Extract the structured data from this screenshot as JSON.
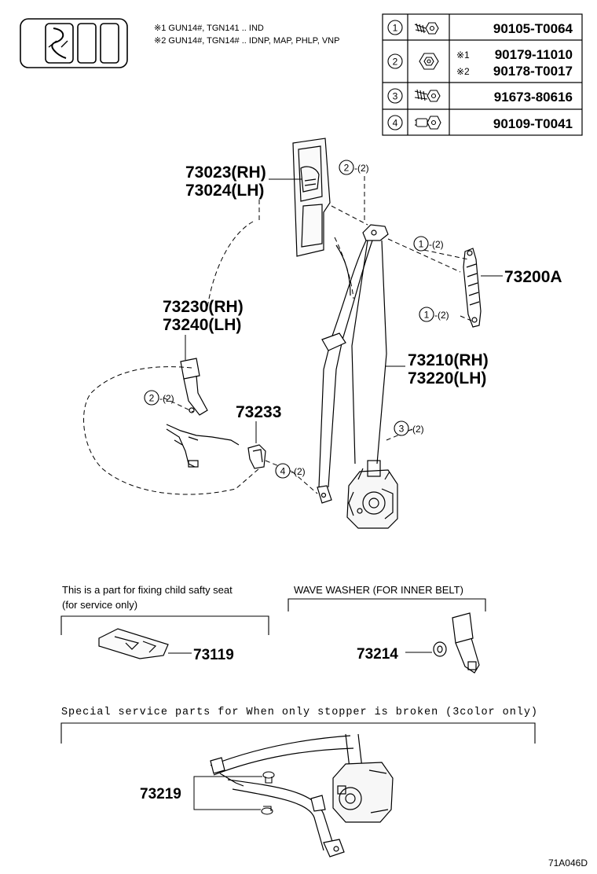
{
  "notes": {
    "n1": "※1 GUN14#, TGN141 .. IND",
    "n2": "※2 GUN14#, TGN14# .. IDNP, MAP, PHLP, VNP"
  },
  "fastener_table": {
    "rows": [
      {
        "ref": "1",
        "parts": [
          "90105-T0064"
        ],
        "marks": [
          ""
        ]
      },
      {
        "ref": "2",
        "parts": [
          "90179-11010",
          "90178-T0017"
        ],
        "marks": [
          "※1",
          "※2"
        ]
      },
      {
        "ref": "3",
        "parts": [
          "91673-80616"
        ],
        "marks": [
          ""
        ]
      },
      {
        "ref": "4",
        "parts": [
          "90109-T0041"
        ],
        "marks": [
          ""
        ]
      }
    ]
  },
  "labels": {
    "p73023": "73023(RH)",
    "p73024": "73024(LH)",
    "p73230": "73230(RH)",
    "p73240": "73240(LH)",
    "p73233": "73233",
    "p73200A": "73200A",
    "p73210": "73210(RH)",
    "p73220": "73220(LH)",
    "p73119": "73119",
    "p73214": "73214",
    "p73219": "73219"
  },
  "callouts": {
    "c2_top": {
      "ref": "2",
      "qty": "-(2)"
    },
    "c1_top": {
      "ref": "1",
      "qty": "-(2)"
    },
    "c1_mid": {
      "ref": "1",
      "qty": "-(2)"
    },
    "c2_left": {
      "ref": "2",
      "qty": "-(2)"
    },
    "c3": {
      "ref": "3",
      "qty": "-(2)"
    },
    "c4": {
      "ref": "4",
      "qty": "-(2)"
    }
  },
  "sections": {
    "child_seat_line1": "This is a part for fixing child safty seat",
    "child_seat_line2": "(for service only)",
    "wave_washer": "WAVE WASHER (FOR INNER BELT)",
    "special": "Special service parts for When only stopper is broken (3color only)"
  },
  "figure_code": "71A046D"
}
